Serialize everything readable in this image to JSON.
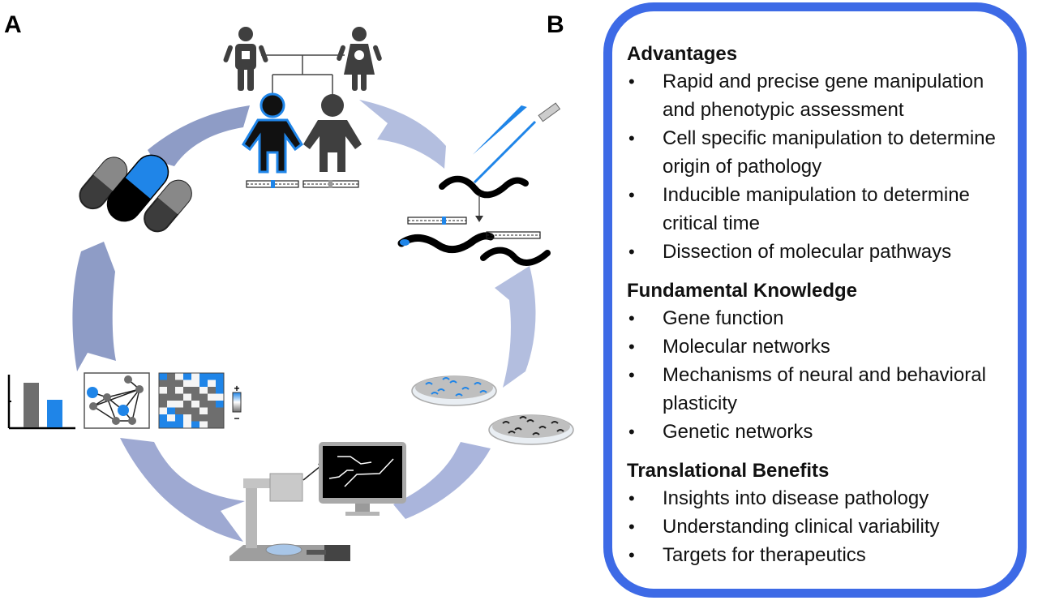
{
  "panels": {
    "a_label": "A",
    "b_label": "B"
  },
  "cycle": {
    "arrow_color": "#8e9cc6",
    "accent_blue": "#1f85e8",
    "dark_gray": "#3c3c3c",
    "mid_gray": "#6e6e6e",
    "stages": [
      {
        "id": "patient-family-genetics",
        "icon": "pedigree-icon"
      },
      {
        "id": "gene-editing-worms",
        "icon": "microinjection-icon"
      },
      {
        "id": "worm-culture-plates",
        "icon": "petri-dish-icon"
      },
      {
        "id": "imaging-and-tracking",
        "icon": "microscope-monitor-icon"
      },
      {
        "id": "data-analysis",
        "icon": "analysis-charts-icon"
      },
      {
        "id": "therapeutics",
        "icon": "pill-capsules-icon"
      }
    ],
    "heatmap_scale": {
      "plus": "+",
      "minus": "−"
    }
  },
  "info_box": {
    "border_color": "#3d6ae6",
    "sections": [
      {
        "title": "Advantages",
        "items": [
          "Rapid and precise gene manipulation and phenotypic assessment",
          "Cell specific manipulation to determine origin of pathology",
          "Inducible manipulation to determine critical time",
          "Dissection of molecular pathways"
        ]
      },
      {
        "title": "Fundamental Knowledge",
        "items": [
          "Gene function",
          "Molecular networks",
          "Mechanisms of neural and behavioral plasticity",
          "Genetic networks"
        ]
      },
      {
        "title": "Translational Benefits",
        "items": [
          "Insights into disease pathology",
          "Understanding clinical variability",
          "Targets for therapeutics"
        ]
      }
    ]
  }
}
